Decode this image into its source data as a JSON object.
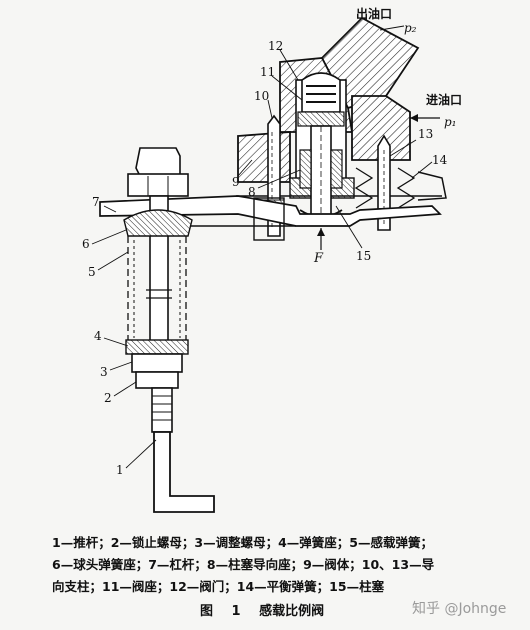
{
  "diagram": {
    "labels": {
      "outlet": "出油口",
      "inlet": "进油口",
      "p2": "p₂",
      "p1": "p₁",
      "force": "F",
      "n1": "1",
      "n2": "2",
      "n3": "3",
      "n4": "4",
      "n5": "5",
      "n6": "6",
      "n7": "7",
      "n8": "8",
      "n9": "9",
      "n10": "10",
      "n11": "11",
      "n12": "12",
      "n13": "13",
      "n14": "14",
      "n15": "15"
    }
  },
  "legend": {
    "lines": [
      "1—推杆；2—锁止螺母；3—调整螺母；4—弹簧座；5—感载弹簧；",
      "6—球头弹簧座；7—杠杆；8—柱塞导向座；9—阀体；10、13—导",
      "向支柱；11—阀座；12—阀门；14—平衡弹簧；15—柱塞"
    ]
  },
  "caption": "图 1 感载比例阀",
  "watermark": "知乎 @Johnge"
}
